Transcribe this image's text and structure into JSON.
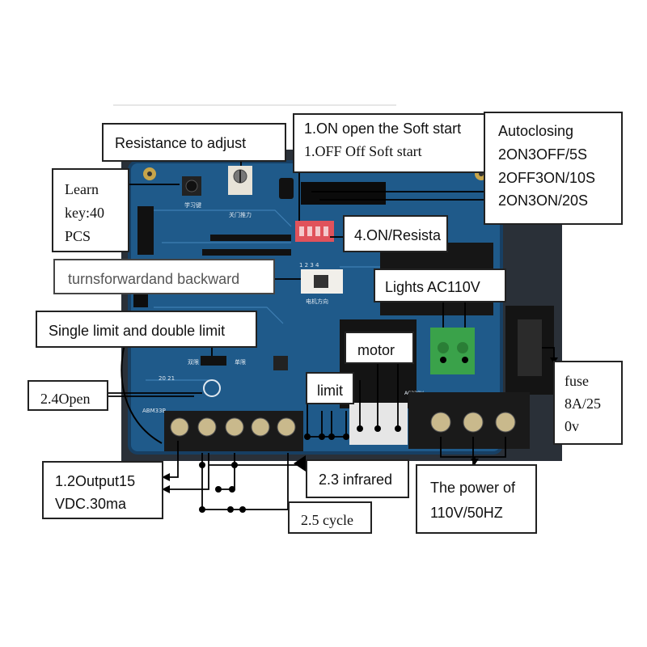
{
  "colors": {
    "board": "#1f5a8a",
    "board_dark": "#173f63",
    "terminal": "#1a1a1a",
    "screw": "#c9b98c",
    "dip_switch": "#e0525b",
    "green_terminal": "#3aa24a",
    "wire": "#000000"
  },
  "board_text": {
    "learn_key_label": "学习键",
    "force_label": "关门推力",
    "model": "ABM33B",
    "dip_numbers": "1 2 3 4",
    "direction_label": "电机方向",
    "single_label": "单限",
    "double_label": "双限",
    "pins_20_21": "20 21",
    "ac_label": "AC220V"
  },
  "callouts": {
    "resistance": {
      "text": "Resistance to adjust"
    },
    "soft_start": {
      "lines": [
        "1.ON open the Soft start",
        "1.OFF Off Soft start"
      ]
    },
    "autoclosing": {
      "lines": [
        "Autoclosing",
        "2ON3OFF/5S",
        "2OFF3ON/10S",
        "2ON3ON/20S"
      ]
    },
    "learn": {
      "lines": [
        "Learn",
        "key:40",
        "PCS"
      ]
    },
    "resista": {
      "text": "4.ON/Resista"
    },
    "turns": {
      "text": "turnsforwardand backward"
    },
    "lights": {
      "text": "Lights AC110V"
    },
    "single_limit": {
      "text": "Single limit and double limit"
    },
    "motor": {
      "text": "motor"
    },
    "fuse": {
      "lines": [
        "fuse",
        "8A/25",
        "0v"
      ]
    },
    "open": {
      "text": "2.4Open"
    },
    "limit": {
      "text": "limit"
    },
    "output": {
      "lines": [
        "1.2Output15",
        "VDC.30ma"
      ]
    },
    "infrared": {
      "text": "2.3 infrared"
    },
    "power": {
      "lines": [
        "The power of",
        "110V/50HZ"
      ]
    },
    "cycle": {
      "text": "2.5 cycle"
    }
  }
}
